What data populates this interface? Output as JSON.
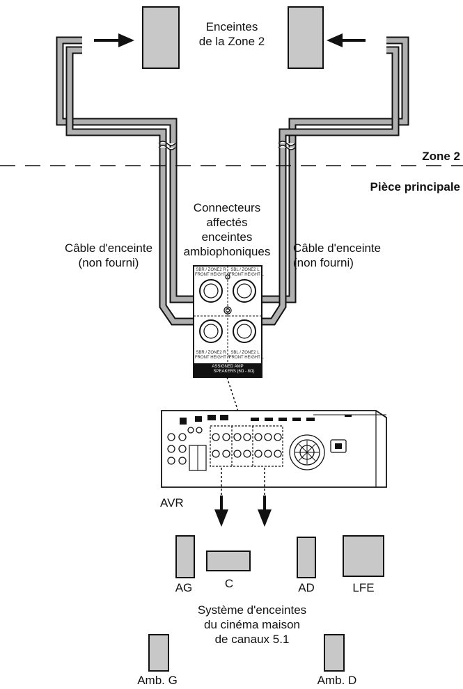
{
  "labels": {
    "zone2_speakers": [
      "Enceintes",
      "de la Zone 2"
    ],
    "zone2": "Zone 2",
    "main_room": "Pièce principale",
    "assigned_connectors": [
      "Connecteurs",
      "affectés",
      "enceintes",
      "ambiophoniques"
    ],
    "cable_left": [
      "Câble d'enceinte",
      "(non fourni)"
    ],
    "cable_right": [
      "Câble d'enceinte",
      "(non fourni)"
    ],
    "avr": "AVR",
    "front_left": "AG",
    "center": "C",
    "front_right": "AD",
    "lfe": "LFE",
    "system": [
      "Système d'enceintes",
      "du cinéma maison",
      "de canaux 5.1"
    ],
    "surround_left": "Amb. G",
    "surround_right": "Amb. D"
  },
  "panel": {
    "top_left": [
      "SBR / ZONE2 R",
      "FRONT HEIGHT R"
    ],
    "top_right": [
      "SBL / ZONE2 L",
      "FRONT HEIGHT L"
    ],
    "bottom_left": [
      "SBR / ZONE2 R",
      "FRONT HEIGHT R"
    ],
    "bottom_right": [
      "SBL / ZONE2 L",
      "FRONT HEIGHT L"
    ],
    "footer": [
      "ASSIGNED AMP",
      "SPEAKERS (6Ω - 8Ω)"
    ]
  },
  "colors": {
    "line": "#111111",
    "speaker_fill": "#c8c8c8",
    "cable_fill": "#b0b0b0",
    "panel_footer": "#111111"
  }
}
